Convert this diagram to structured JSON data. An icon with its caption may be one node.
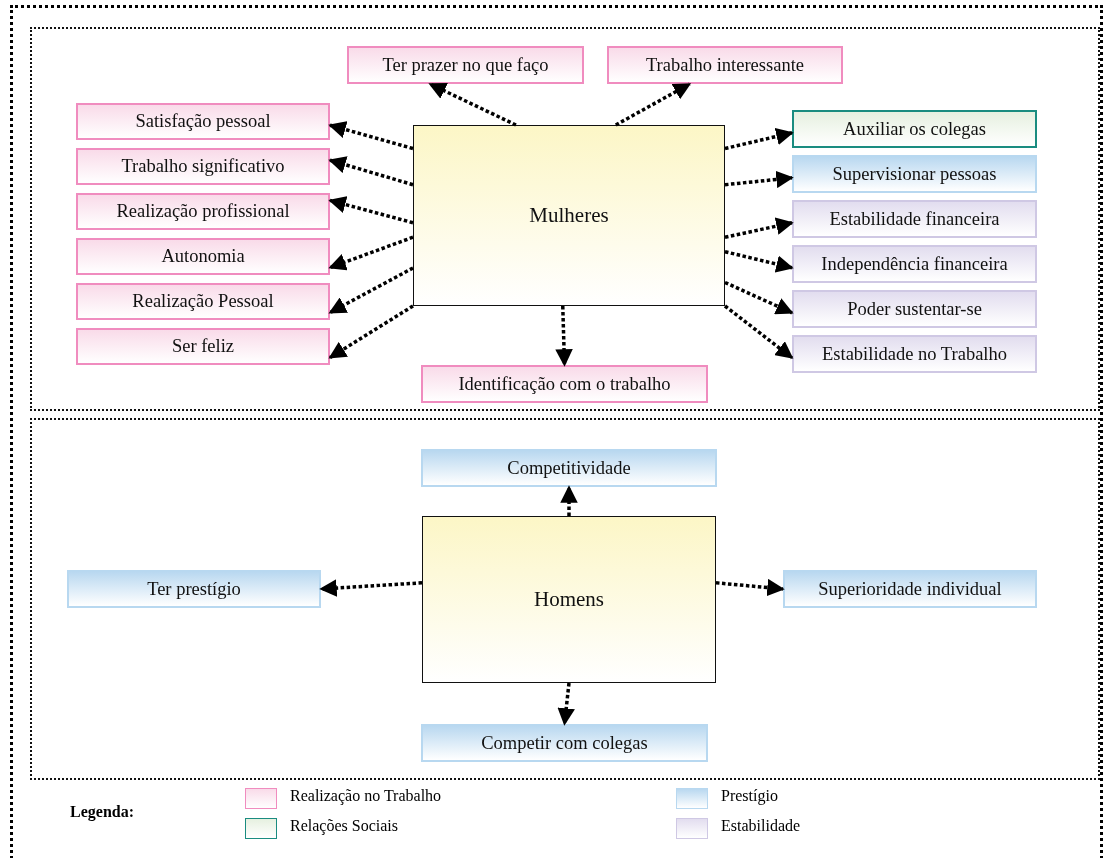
{
  "diagram": {
    "nodes": [
      {
        "text": [],
        "shape": "box"
      },
      {
        "text": [
          "Ter prazer no que faço"
        ],
        "in": 0
      },
      {
        "text": [
          "Trabalho interessante"
        ],
        "in": 0
      },
      {
        "text": [
          "Satisfação pessoal"
        ],
        "in": 0
      },
      {
        "text": [
          "Auxiliar os colegas"
        ],
        "in": 0
      },
      {
        "text": [
          "Trabalho significativo"
        ],
        "in": 0
      },
      {
        "text": [
          "Supervisionar pessoas"
        ],
        "in": 0
      },
      {
        "text": [
          "Mulheres"
        ],
        "in": 0
      },
      {
        "text": [
          "Realização profissional"
        ],
        "in": 0
      },
      {
        "text": [
          "Estabilidade financeira"
        ],
        "in": 0
      },
      {
        "text": [
          "Autonomia"
        ],
        "in": 0
      },
      {
        "text": [
          "Independência financeira"
        ],
        "in": 0
      },
      {
        "text": [
          "Realização Pessoal"
        ],
        "in": 0
      },
      {
        "text": [
          "Poder sustentar-se"
        ],
        "in": 0
      },
      {
        "text": [
          "Ser feliz"
        ],
        "in": 0
      },
      {
        "text": [
          "Estabilidade no Trabalho"
        ],
        "in": 0
      },
      {
        "text": [
          "Identificação com o trabalho"
        ],
        "in": 0
      },
      {
        "text": [],
        "shape": "box"
      },
      {
        "text": [
          "Competitividade"
        ],
        "in": 17
      },
      {
        "text": [
          "Ter prestígio"
        ],
        "in": 17
      },
      {
        "text": [
          "Homens"
        ],
        "in": 17
      },
      {
        "text": [
          "Superioridade individual"
        ],
        "in": 17
      },
      {
        "text": [
          "Competir com colegas"
        ],
        "in": 17
      }
    ],
    "edges": [
      {
        "from": 7,
        "to": 1,
        "arrow": "to"
      },
      {
        "from": 7,
        "to": 2,
        "arrow": "to"
      },
      {
        "from": 7,
        "to": 3,
        "arrow": "to"
      },
      {
        "from": 7,
        "to": 5,
        "arrow": "to"
      },
      {
        "from": 7,
        "to": 8,
        "arrow": "to"
      },
      {
        "from": 7,
        "to": 10,
        "arrow": "to"
      },
      {
        "from": 7,
        "to": 12,
        "arrow": "to"
      },
      {
        "from": 7,
        "to": 14,
        "arrow": "to"
      },
      {
        "from": 7,
        "to": 4,
        "arrow": "to"
      },
      {
        "from": 7,
        "to": 6,
        "arrow": "to"
      },
      {
        "from": 7,
        "to": 9,
        "arrow": "to"
      },
      {
        "from": 7,
        "to": 11,
        "arrow": "to"
      },
      {
        "from": 7,
        "to": 13,
        "arrow": "to"
      },
      {
        "from": 7,
        "to": 15,
        "arrow": "to"
      },
      {
        "from": 7,
        "to": 16,
        "arrow": "to"
      },
      {
        "from": 20,
        "to": 18,
        "arrow": "to"
      },
      {
        "from": 20,
        "to": 19,
        "arrow": "to"
      },
      {
        "from": 20,
        "to": 21,
        "arrow": "to"
      },
      {
        "from": 20,
        "to": 22,
        "arrow": "to"
      }
    ],
    "labels": [
      "Legenda:"
    ],
    "legend": [
      {
        "text": "Realização no Trabalho",
        "color": "#f9dbe9"
      },
      {
        "text": "Relações Sociais",
        "color": "#e6f0e0"
      },
      {
        "text": "Prestígio",
        "color": "#b9d8f0"
      },
      {
        "text": "Estabilidade",
        "color": "#e2ddef"
      }
    ]
  }
}
